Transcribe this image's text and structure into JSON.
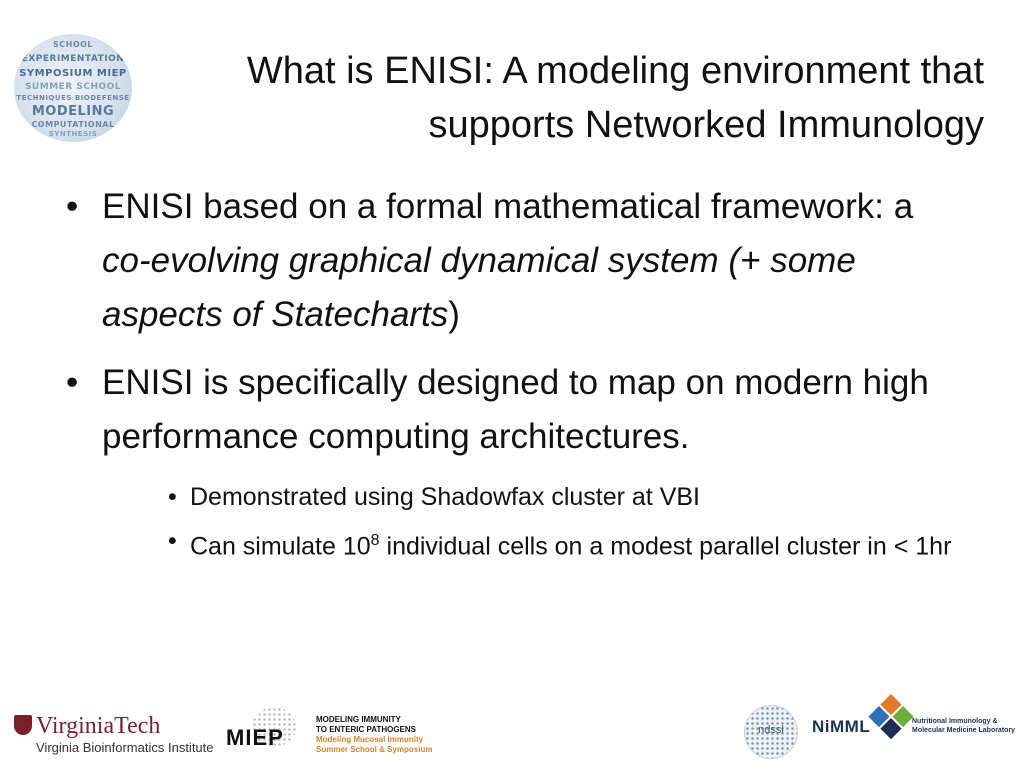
{
  "logo_left": {
    "words": [
      "SCHOOL",
      "EXPERIMENTATION",
      "SYMPOSIUM MIEP",
      "SUMMER SCHOOL",
      "TECHNIQUES BIODEFENSE",
      "MODELING",
      "COMPUTATIONAL",
      "SYNTHESIS"
    ]
  },
  "title": {
    "line1": "What is ENISI: A modeling environment that",
    "line2": "supports Networked Immunology"
  },
  "bullets": [
    {
      "plain": "ENISI based on a formal mathematical framework: a ",
      "italic": "co-evolving graphical dynamical system (+ some aspects of Statecharts",
      "tail": ")"
    },
    {
      "text": "ENISI is specifically designed to map on modern high performance computing architectures.",
      "subbullets": [
        {
          "text": "Demonstrated using Shadowfax cluster at VBI"
        },
        {
          "before": "Can simulate 10",
          "sup": "8",
          "after": " individual cells on a modest parallel cluster in < 1hr"
        }
      ]
    }
  ],
  "footer": {
    "vt_name": "VirginiaTech",
    "vt_sub": "Virginia Bioinformatics Institute",
    "miep_name": "MIEP",
    "miep_line1": "MODELING IMMUNITY",
    "miep_line2": "TO ENTERIC PATHOGENS",
    "miep_line3": "Modeling Mucosal Immunity",
    "miep_line4": "Summer School & Symposium",
    "ndssl": "ndssl",
    "nimml": "NiMML",
    "nimml_line1": "Nutritional Immunology &",
    "nimml_line2": "Molecular Medicine Laboratory"
  },
  "colors": {
    "vt_maroon": "#7a1f2b",
    "miep_orange": "#d6842a",
    "nimml_navy": "#1c2f55"
  }
}
